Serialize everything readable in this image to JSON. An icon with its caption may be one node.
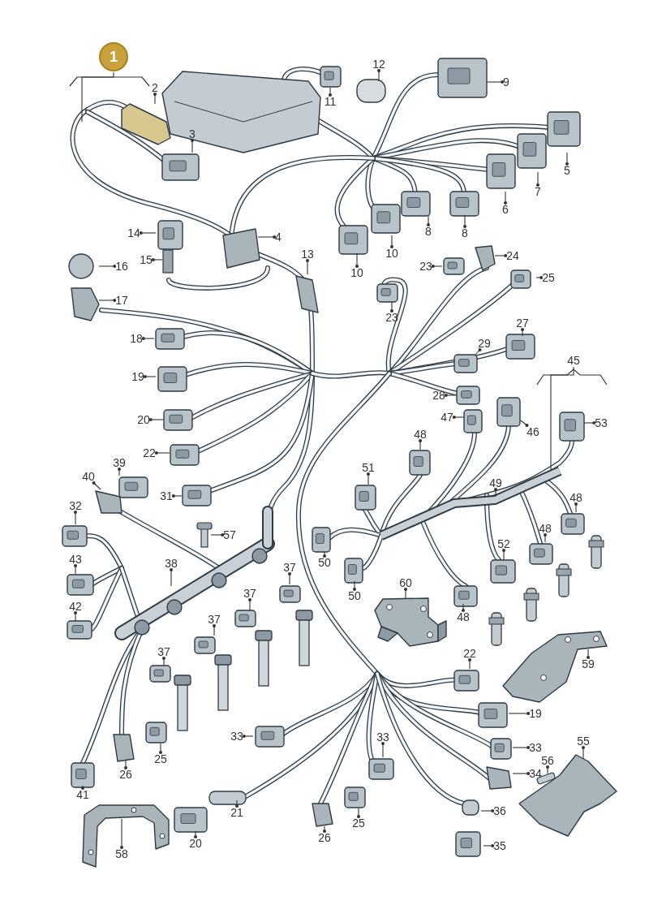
{
  "diagram": {
    "nodes": [
      {
        "text": [
          "1"
        ]
      },
      {
        "text": [
          "2"
        ]
      },
      {
        "text": [
          "3"
        ]
      },
      {
        "text": [
          "14"
        ]
      },
      {
        "text": [
          "4"
        ]
      },
      {
        "text": [
          "15"
        ]
      },
      {
        "text": [
          "16"
        ]
      },
      {
        "text": [
          "17"
        ]
      },
      {
        "text": [
          "13"
        ]
      },
      {
        "text": [
          "11"
        ]
      },
      {
        "text": [
          "12"
        ]
      },
      {
        "text": [
          "9"
        ]
      },
      {
        "text": [
          "5"
        ]
      },
      {
        "text": [
          "7"
        ]
      },
      {
        "text": [
          "6"
        ]
      },
      {
        "text": [
          "8"
        ]
      },
      {
        "text": [
          "8"
        ]
      },
      {
        "text": [
          "10"
        ]
      },
      {
        "text": [
          "10"
        ]
      },
      {
        "text": [
          "23"
        ]
      },
      {
        "text": [
          "24"
        ]
      },
      {
        "text": [
          "25"
        ]
      },
      {
        "text": [
          "23"
        ]
      },
      {
        "text": [
          "27"
        ]
      },
      {
        "text": [
          "18"
        ]
      },
      {
        "text": [
          "29"
        ]
      },
      {
        "text": [
          "45"
        ]
      },
      {
        "text": [
          "19"
        ]
      },
      {
        "text": [
          "28"
        ]
      },
      {
        "text": [
          "47"
        ]
      },
      {
        "text": [
          "46"
        ]
      },
      {
        "text": [
          "53"
        ]
      },
      {
        "text": [
          "20"
        ]
      },
      {
        "text": [
          "48"
        ]
      },
      {
        "text": [
          "22"
        ]
      },
      {
        "text": [
          "39"
        ]
      },
      {
        "text": [
          "51"
        ]
      },
      {
        "text": [
          "40"
        ]
      },
      {
        "text": [
          "49"
        ]
      },
      {
        "text": [
          "31"
        ]
      },
      {
        "text": [
          "48"
        ]
      },
      {
        "text": [
          "32"
        ]
      },
      {
        "text": [
          "57"
        ]
      },
      {
        "text": [
          "48"
        ]
      },
      {
        "text": [
          "52"
        ]
      },
      {
        "text": [
          "43"
        ]
      },
      {
        "text": [
          "38"
        ]
      },
      {
        "text": [
          "37"
        ]
      },
      {
        "text": [
          "50"
        ]
      },
      {
        "text": [
          "60"
        ]
      },
      {
        "text": [
          "50"
        ]
      },
      {
        "text": [
          "37"
        ]
      },
      {
        "text": [
          "42"
        ]
      },
      {
        "text": [
          "37"
        ]
      },
      {
        "text": [
          "48"
        ]
      },
      {
        "text": [
          "37"
        ]
      },
      {
        "text": [
          "22"
        ]
      },
      {
        "text": [
          "59"
        ]
      },
      {
        "text": [
          "19"
        ]
      },
      {
        "text": [
          "33"
        ]
      },
      {
        "text": [
          "33"
        ]
      },
      {
        "text": [
          "33"
        ]
      },
      {
        "text": [
          "55"
        ]
      },
      {
        "text": [
          "34"
        ]
      },
      {
        "text": [
          "56"
        ]
      },
      {
        "text": [
          "41"
        ]
      },
      {
        "text": [
          "26"
        ]
      },
      {
        "text": [
          "25"
        ]
      },
      {
        "text": [
          "36"
        ]
      },
      {
        "text": [
          "21"
        ]
      },
      {
        "text": [
          "26"
        ]
      },
      {
        "text": [
          "25"
        ]
      },
      {
        "text": [
          "20"
        ]
      },
      {
        "text": [
          "58"
        ]
      },
      {
        "text": [
          "35"
        ]
      },
      {
        "text": [],
        "shape": "picture"
      },
      {
        "text": [],
        "shape": "picture"
      },
      {
        "text": [],
        "shape": "picture"
      },
      {
        "text": [],
        "shape": "picture"
      }
    ],
    "edges": [
      {
        "from": 0,
        "to": null,
        "arrow": "none"
      },
      {
        "from": 1,
        "to": null,
        "arrow": "other"
      },
      {
        "from": 2,
        "to": null,
        "arrow": "other"
      },
      {
        "from": 3,
        "to": null,
        "arrow": "other"
      },
      {
        "from": 4,
        "to": null,
        "arrow": "other"
      },
      {
        "from": 5,
        "to": null,
        "arrow": "other"
      },
      {
        "from": 6,
        "to": null,
        "arrow": "other"
      },
      {
        "from": 7,
        "to": null,
        "arrow": "other"
      },
      {
        "from": 8,
        "to": null,
        "arrow": "other"
      },
      {
        "from": 9,
        "to": null,
        "arrow": "other"
      },
      {
        "from": 10,
        "to": null,
        "arrow": "other"
      },
      {
        "from": 11,
        "to": null,
        "arrow": "other"
      },
      {
        "from": 12,
        "to": null,
        "arrow": "other"
      },
      {
        "from": 13,
        "to": null,
        "arrow": "other"
      },
      {
        "from": 14,
        "to": null,
        "arrow": "other"
      },
      {
        "from": 15,
        "to": null,
        "arrow": "other"
      },
      {
        "from": 16,
        "to": null,
        "arrow": "other"
      },
      {
        "from": 17,
        "to": null,
        "arrow": "other"
      },
      {
        "from": 18,
        "to": null,
        "arrow": "other"
      },
      {
        "from": 19,
        "to": null,
        "arrow": "other"
      },
      {
        "from": 20,
        "to": null,
        "arrow": "other"
      },
      {
        "from": 21,
        "to": null,
        "arrow": "other"
      },
      {
        "from": 22,
        "to": null,
        "arrow": "other"
      },
      {
        "from": 23,
        "to": null,
        "arrow": "other"
      },
      {
        "from": 24,
        "to": null,
        "arrow": "other"
      },
      {
        "from": 25,
        "to": null,
        "arrow": "other"
      },
      {
        "from": 26,
        "to": null,
        "arrow": "none"
      },
      {
        "from": 27,
        "to": null,
        "arrow": "other"
      },
      {
        "from": 28,
        "to": null,
        "arrow": "other"
      },
      {
        "from": 29,
        "to": null,
        "arrow": "other"
      },
      {
        "from": 30,
        "to": null,
        "arrow": "other"
      },
      {
        "from": 31,
        "to": null,
        "arrow": "other"
      },
      {
        "from": 32,
        "to": null,
        "arrow": "other"
      },
      {
        "from": 33,
        "to": null,
        "arrow": "other"
      },
      {
        "from": 34,
        "to": null,
        "arrow": "other"
      },
      {
        "from": 35,
        "to": null,
        "arrow": "other"
      },
      {
        "from": 36,
        "to": null,
        "arrow": "other"
      },
      {
        "from": 37,
        "to": null,
        "arrow": "other"
      },
      {
        "from": 38,
        "to": null,
        "arrow": "other"
      },
      {
        "from": 39,
        "to": null,
        "arrow": "other"
      },
      {
        "from": 40,
        "to": null,
        "arrow": "other"
      },
      {
        "from": 41,
        "to": null,
        "arrow": "other"
      },
      {
        "from": 42,
        "to": null,
        "arrow": "other"
      },
      {
        "from": 43,
        "to": null,
        "arrow": "other"
      },
      {
        "from": 44,
        "to": null,
        "arrow": "other"
      },
      {
        "from": 45,
        "to": null,
        "arrow": "other"
      },
      {
        "from": 46,
        "to": null,
        "arrow": "other"
      },
      {
        "from": 47,
        "to": null,
        "arrow": "other"
      },
      {
        "from": 48,
        "to": null,
        "arrow": "other"
      },
      {
        "from": 49,
        "to": 75,
        "arrow": "other"
      },
      {
        "from": 50,
        "to": null,
        "arrow": "other"
      },
      {
        "from": 51,
        "to": null,
        "arrow": "other"
      },
      {
        "from": 52,
        "to": null,
        "arrow": "other"
      },
      {
        "from": 53,
        "to": null,
        "arrow": "other"
      },
      {
        "from": 54,
        "to": null,
        "arrow": "other"
      },
      {
        "from": 55,
        "to": null,
        "arrow": "other"
      },
      {
        "from": 56,
        "to": null,
        "arrow": "other"
      },
      {
        "from": 57,
        "to": 76,
        "arrow": "other"
      },
      {
        "from": 58,
        "to": null,
        "arrow": "other"
      },
      {
        "from": 59,
        "to": null,
        "arrow": "other"
      },
      {
        "from": 60,
        "to": null,
        "arrow": "other"
      },
      {
        "from": 61,
        "to": null,
        "arrow": "other"
      },
      {
        "from": 62,
        "to": 78,
        "arrow": "other"
      },
      {
        "from": 63,
        "to": null,
        "arrow": "other"
      },
      {
        "from": 64,
        "to": null,
        "arrow": "other"
      },
      {
        "from": 65,
        "to": null,
        "arrow": "other"
      },
      {
        "from": 66,
        "to": null,
        "arrow": "other"
      },
      {
        "from": 67,
        "to": null,
        "arrow": "other"
      },
      {
        "from": 68,
        "to": null,
        "arrow": "other"
      },
      {
        "from": 69,
        "to": null,
        "arrow": "other"
      },
      {
        "from": 70,
        "to": null,
        "arrow": "other"
      },
      {
        "from": 71,
        "to": null,
        "arrow": "other"
      },
      {
        "from": 72,
        "to": null,
        "arrow": "other"
      },
      {
        "from": 73,
        "to": 77,
        "arrow": "other"
      },
      {
        "from": 74,
        "to": null,
        "arrow": "other"
      }
    ]
  }
}
